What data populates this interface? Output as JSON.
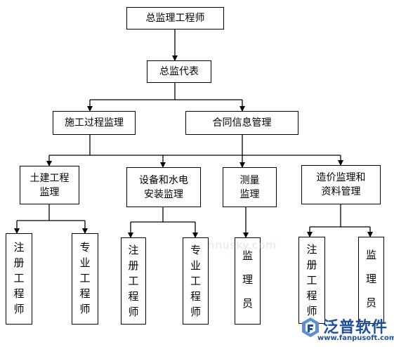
{
  "chart": {
    "top": "总监理工程师",
    "level2": "总监代表",
    "level3": {
      "left": "施工过程监理",
      "right": "合同信息管理"
    },
    "level4": {
      "civil": [
        "土建工程",
        "监理"
      ],
      "equipment": [
        "设备和水电",
        "安装监理"
      ],
      "survey": [
        "测量",
        "监理"
      ],
      "cost": [
        "造价监理和",
        "资料管理"
      ]
    },
    "staff": {
      "civil_registered": [
        "注",
        "册",
        "工",
        "程",
        "师"
      ],
      "civil_professional": [
        "专",
        "业",
        "工",
        "程",
        "师"
      ],
      "equip_registered": [
        "注",
        "册",
        "工",
        "程",
        "师"
      ],
      "equip_professional": [
        "专",
        "业",
        "工",
        "程",
        "师"
      ],
      "survey_supervisor": [
        "监",
        "理",
        "员"
      ],
      "cost_registered": [
        "注",
        "册",
        "工",
        "程",
        "师"
      ],
      "cost_supervisor": [
        "监",
        "理",
        "员"
      ]
    }
  },
  "watermark": "hnusky.com",
  "logo": {
    "name": "泛普软件",
    "url": "www.fanpusoft.com",
    "icon": "fanpu-logo-icon",
    "brand_color": "#1f4f9a"
  }
}
